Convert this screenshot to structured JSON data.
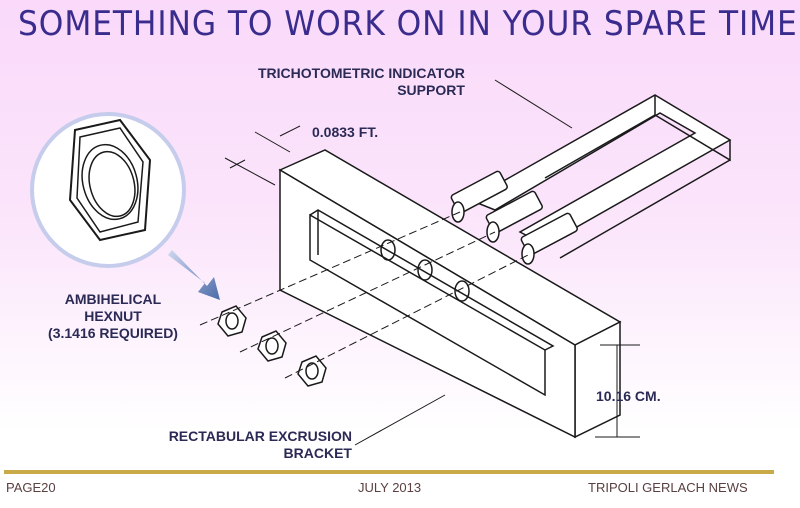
{
  "title": "SOMETHING TO WORK ON IN YOUR SPARE TIME",
  "labels": {
    "support": [
      "TRICHOTOMETRIC INDICATOR",
      "SUPPORT"
    ],
    "thickness": "0.0833 FT.",
    "hexnut": [
      "AMBIHELICAL",
      "HEXNUT",
      "(3.1416 REQUIRED)"
    ],
    "height": "10.16 CM.",
    "bracket": [
      "RECTABULAR EXCRUSION",
      "BRACKET"
    ]
  },
  "footer": {
    "page": "PAGE20",
    "date": "JULY 2013",
    "publication": "TRIPOLI GERLACH NEWS"
  },
  "colors": {
    "title": "#3a2c8c",
    "rule": "#c8aa48",
    "line": "#1a1a1a"
  }
}
